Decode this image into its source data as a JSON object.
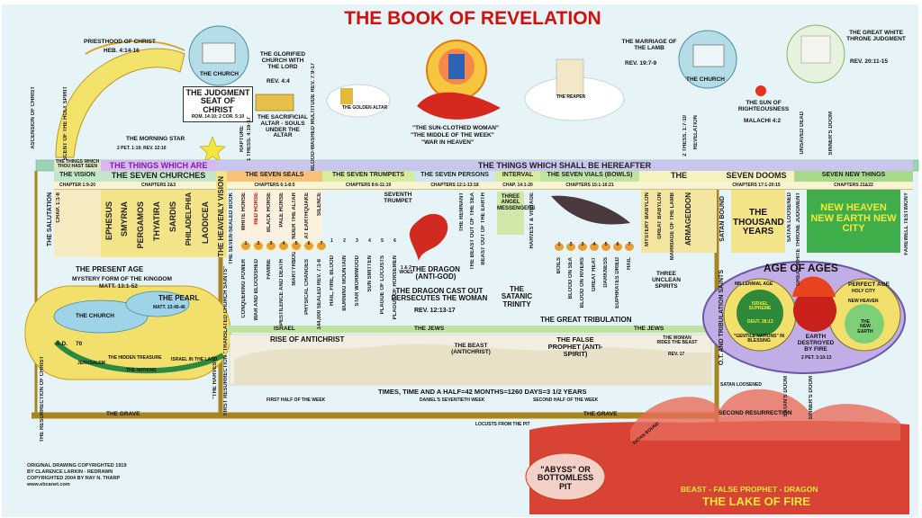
{
  "title": "THE BOOK OF REVELATION",
  "top": {
    "priesthood": "PRIESTHOOD OF CHRIST",
    "priesthood_ref": "HEB. 4:14-16",
    "church_top": "THE CHURCH",
    "glorified": "THE GLORIFIED CHURCH WITH THE LORD",
    "glorified_ref": "REV. 4:4",
    "judgment_seat": "THE JUDGMENT SEAT OF CHRIST",
    "judgment_ref": "ROM. 14:10; 2 COR. 5:10",
    "sacrificial": "THE SACRIFICIAL ALTAR - SOULS UNDER THE ALTAR",
    "blood_washed": "BLOOD-WASHED MULTITUDE REV. 7:9-17",
    "morning_star": "THE MORNING STAR",
    "morning_star_ref": "2 PET. 1:19; REV. 22:16",
    "rapture": "RAPTURE",
    "thess": "1 THESS. 4:16-17",
    "golden_altar": "THE GOLDEN ALTAR",
    "sun_clothed": "\"THE SUN-CLOTHED WOMAN\"",
    "middle_week": "\"THE MIDDLE OF THE WEEK\"",
    "war_heaven": "\"WAR IN HEAVEN\"",
    "reaper": "THE REAPER",
    "marriage": "THE MARRIAGE OF THE LAMB",
    "marriage_ref": "REV. 19:7-9",
    "church_right": "THE CHURCH",
    "great_white": "THE GREAT WHITE THRONE JUDGMENT",
    "great_white_ref": "REV. 20:11-15",
    "sun_righteousness": "THE SUN OF RIGHTEOUSNESS",
    "malachi": "MALACHI 4:2",
    "thess2": "2 THESS. 1:7-10",
    "revelation": "REVELATION",
    "unsaved_dead": "UNSAVED DEAD",
    "sinners_doom": "SINNER'S DOOM",
    "ascension": "ASCENSION OF CHRIST",
    "descent": "DESCENT OF THE HOLY SPIRIT"
  },
  "band": {
    "vision_title": "THE THINGS WHICH THOU HAST SEEN",
    "things_are": "THE THINGS WHICH ARE",
    "hereafter": "THE THINGS WHICH SHALL BE HEREAFTER",
    "the_vision": "THE VISION",
    "seven_churches": "THE SEVEN CHURCHES",
    "seven_seals": "THE SEVEN SEALS",
    "seven_trumpets": "THE SEVEN TRUMPETS",
    "seven_persons": "THE SEVEN PERSONS",
    "interval": "INTERVAL",
    "seven_vials": "THE SEVEN VIALS (BOWLS)",
    "the": "THE",
    "seven_dooms": "SEVEN DOOMS",
    "seven_new_things": "SEVEN NEW THINGS",
    "ch_vision": "CHAPTER 1:9-20",
    "ch_churches": "CHAPTERS 2&3",
    "ch_seals": "CHAPTERS 6:1-8:5",
    "ch_trumpets": "CHAPTERS 8:6-11:19",
    "ch_persons": "CHAPTERS 12:1-13:18",
    "ch_interval": "CHAP. 14:1-20",
    "ch_vials": "CHAPTERS 15:1-16:21",
    "ch_dooms": "CHAPTERS 17:1-20:15",
    "ch_new": "CHAPTERS 21&22"
  },
  "churches": [
    "EPHESUS",
    "SMYRNA",
    "PERGAMOS",
    "THYATIRA",
    "SARDIS",
    "PHILADELPHIA",
    "LAODICEA"
  ],
  "salutation": "THE SALUTATION",
  "chap1": "CHAP. 1:1-8",
  "heavenly_vision": "THE HEAVENLY VISION",
  "seven_sealed_book": "THE SEVEN-SEALED BOOK",
  "seals": [
    "WHITE HORSE",
    "RED HORSE",
    "BLACK HORSE",
    "PALE HORSE",
    "SOULS UNDER THE ALTAR",
    "GREAT EARTHQUAKE",
    "SILENCE"
  ],
  "seal_numbers": [
    "1",
    "2",
    "3",
    "4",
    "5",
    "6",
    "7"
  ],
  "seal_effects": [
    "CONQUERING POWER",
    "WAR AND BLOODSHED",
    "FAMINE",
    "PESTILENCE AND DEATH",
    "MARTYRS",
    "PHYSICAL CHANGES",
    "144,000 SEALED REV. 7:1-8"
  ],
  "trumpet_effects": [
    "HAIL, FIRE, BLOOD",
    "BURNING MOUNTAIN",
    "STAR WORMWOOD",
    "SUN SMITTEN",
    "PLAGUE OF LOCUSTS",
    "PLAGUE OF HORSEMEN"
  ],
  "seventh_trumpet": "SEVENTH TRUMPET",
  "trumpet_numbers": [
    "1",
    "2",
    "3",
    "4",
    "5",
    "6"
  ],
  "woes": "1 & 2 WOES",
  "seven_persons": {
    "dragon": "THE DRAGON (ANTI-GOD)",
    "cast_out": "THE DRAGON CAST OUT PERSECUTES THE WOMAN",
    "cast_ref": "REV. 12:13-17",
    "satanic": "THE SATANIC TRINITY",
    "remnant": "THE REMNANT",
    "beast_sea": "THE BEAST OUT OF THE SEA",
    "beast_earth": "BEAST OUT OF THE EARTH"
  },
  "interval": {
    "three_angel": "THREE ANGEL MESSENGERS",
    "harvest": "HARVEST & VINTAGE"
  },
  "vial_numbers": [
    "1",
    "2",
    "3",
    "4",
    "5",
    "6",
    "7"
  ],
  "vial_effects": [
    "BOILS",
    "BLOOD ON SEA",
    "BLOOD ON RIVERS",
    "GREAT HEAT",
    "DARKNESS",
    "EUPHRATES DRIED",
    "HAIL"
  ],
  "three_unclean": "THREE UNCLEAN SPIRITS",
  "the_dooms": [
    "MYSTERY BABYLON",
    "GREAT BABYLON",
    "MARRIAGE OF THE LAMB",
    "ARMAGEDDON"
  ],
  "satan_bound": "SATAN BOUND",
  "thousand_years": "THE THOUSAND YEARS",
  "satan_loosened": "SATAN LOOSENED",
  "great_white_throne": "GREAT WHITE THRONE JUDGMENT",
  "new_heaven": "NEW HEAVEN NEW EARTH NEW CITY",
  "farewell": "FAREWELL TESTIMONY",
  "present_age": {
    "label": "THE PRESENT AGE",
    "mystery": "MYSTERY FORM OF THE KINGDOM",
    "mystery_ref": "MATT. 13:1-52",
    "pearl": "THE PEARL",
    "pearl_ref": "MATT. 13:45-46",
    "church": "THE CHURCH",
    "ad": "A.D.",
    "seventy": "70",
    "hidden_treasure": "THE HIDDEN TREASURE",
    "nations": "THE NATIONS",
    "jerusalem": "JERUSALEM",
    "israel_land": "ISRAEL IN THE LAND"
  },
  "tribulation": {
    "israel": "ISRAEL",
    "jews1": "THE JEWS",
    "jews2": "THE JEWS",
    "great_trib": "THE GREAT TRIBULATION",
    "rise": "RISE OF ANTICHRIST",
    "beast": "THE BEAST (ANTICHRIST)",
    "false_prophet": "THE FALSE PROPHET (ANTI-SPIRIT)",
    "woman_rides": "THE WOMAN RIDES THE BEAST",
    "woman_ref": "REV. 17",
    "times": "TIMES, TIME AND A HALF=42 MONTHS=1260 DAYS=3 1/2 YEARS",
    "first_half": "FIRST HALF OF THE WEEK",
    "daniel": "DANIEL'S SEVENTIETH WEEK",
    "second_half": "SECOND HALF OF THE WEEK",
    "harvest": "\"THE HARVEST\"",
    "first_res": "FIRST RESURRECTION \"TRANSLATED CHURCH SAINTS\"",
    "ot_saints": "O.T. AND TRIBULATION SAINTS",
    "res_christ": "THE RESURRECTION OF CHRIST"
  },
  "ages": {
    "age_of_ages": "AGE OF AGES",
    "millennial": "MILLENNIAL AGE",
    "israel_supreme": "ISRAEL SUPREME",
    "deut": "DEUT. 28:13",
    "gentile": "\"GENTILE NATIONS\" IN BLESSING",
    "earth_destroyed": "EARTH DESTROYED BY FIRE",
    "peter": "2 PET. 3:10-13",
    "perfect_age": "PERFECT AGE",
    "holy_city": "HOLY CITY",
    "new_heaven": "NEW HEAVEN",
    "new_earth": "THE NEW EARTH",
    "satan_loosed": "SATAN LOOSENED",
    "satans_doom": "SATAN'S DOOM",
    "sinners_doom": "SINNER'S DOOM",
    "satan_bound": "SATAN BOUND"
  },
  "bottom": {
    "grave1": "THE GRAVE",
    "grave2": "THE GRAVE",
    "locusts": "LOCUSTS FROM THE PIT",
    "second_res": "SECOND RESURRECTION",
    "abyss": "\"ABYSS\" OR BOTTOMLESS PIT",
    "beast_fp": "BEAST - FALSE PROPHET - DRAGON",
    "lake": "THE LAKE OF FIRE",
    "copyright": "ORIGINAL DRAWING COPYRIGHTED 1919 BY CLARENCE LARKIN - REDRAWN COPYRIGHTED 2004 BY RAY N. THARP www.ebcanet.com"
  },
  "colors": {
    "title": "#d0100c",
    "band_purple": "#c7b8e6",
    "band_green": "#a8d88a",
    "church_yellow": "#f2e389",
    "grave_line": "#a8851f",
    "lake": "#d84335",
    "ages_circle": "#b9a8e0",
    "israel_green": "#bfe3a3"
  }
}
